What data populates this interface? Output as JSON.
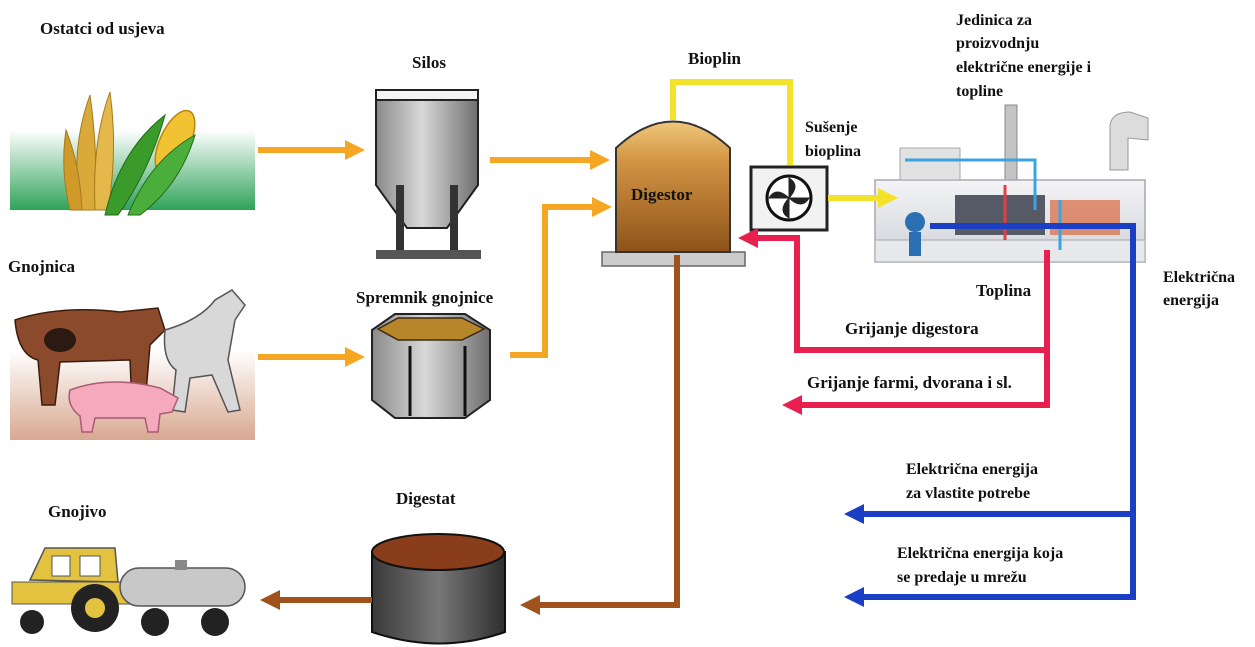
{
  "labels": {
    "crop_residues": "Ostatci od usjeva",
    "silo": "Silos",
    "biogas": "Bioplin",
    "chp_line1": "Jedinica za",
    "chp_line2": "proizvodnju",
    "chp_line3": "električne energije i",
    "chp_line4": "topline",
    "drying_line1": "Sušenje",
    "drying_line2": "bioplina",
    "digester": "Digestor",
    "slurry": "Gnojnica",
    "slurry_tank": "Spremnik gnojnice",
    "heat": "Toplina",
    "electricity_line1": "Električna",
    "electricity_line2": "energija",
    "digester_heating": "Grijanje digestora",
    "farm_heating": "Grijanje farmi, dvorana i sl.",
    "own_use_line1": "Električna energija",
    "own_use_line2": "za vlastite potrebe",
    "grid_line1": "Električna energija koja",
    "grid_line2": "se predaje u mrežu",
    "fertilizer": "Gnojivo",
    "digestate": "Digestat"
  },
  "colors": {
    "feed_flow": "#f5a623",
    "biogas_flow": "#f2e22a",
    "heat_flow": "#e8204f",
    "electricity_flow": "#1a3fc4",
    "digestate_flow": "#a0521d",
    "digester_fill": "#b5722a",
    "digester_top": "#e8b85a"
  },
  "icons": {
    "crops": "corn-wheat-illustration",
    "animals": "cow-horse-pig-illustration",
    "fan": "fan-icon",
    "chp": "chp-engine-illustration",
    "tractor": "tractor-tanker-illustration"
  }
}
